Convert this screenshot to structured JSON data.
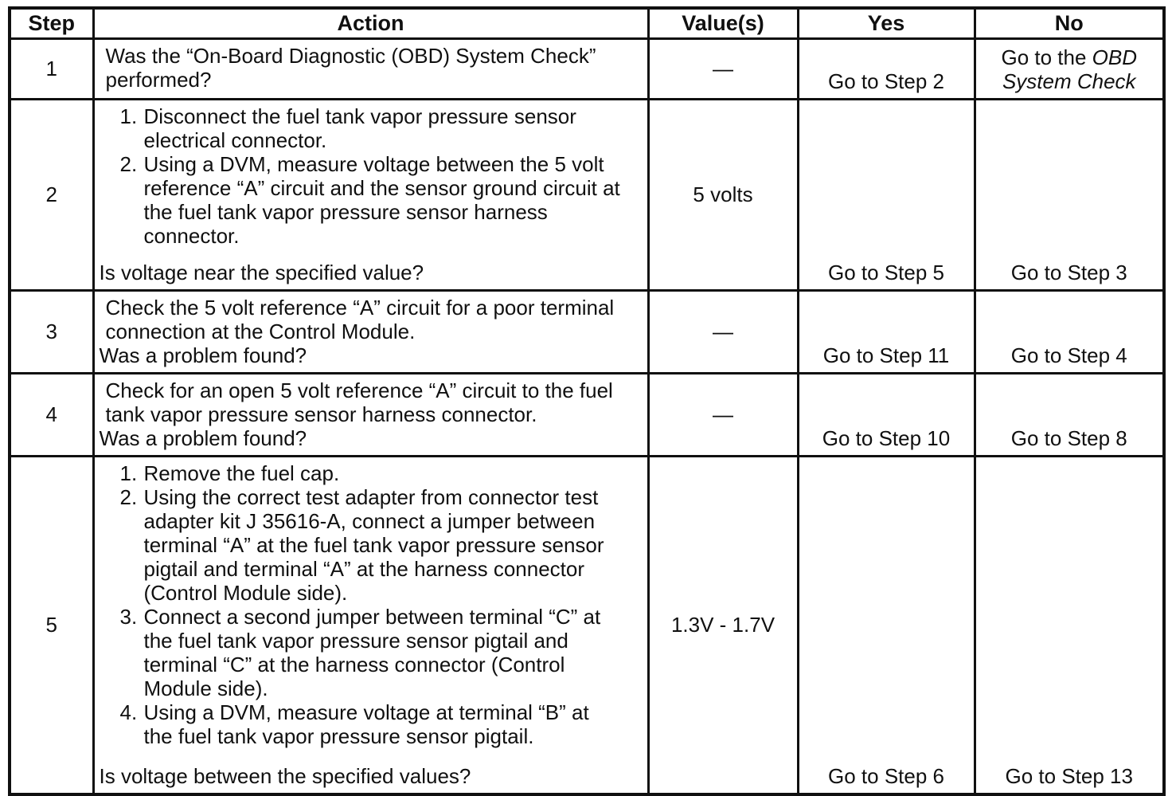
{
  "page": {
    "background": "#ffffff",
    "text_color": "#101010",
    "border_color": "#101010"
  },
  "table": {
    "headers": [
      "Step",
      "Action",
      "Value(s)",
      "Yes",
      "No"
    ],
    "rows": [
      {
        "step": "1",
        "action": {
          "intro": [
            "Was the “On-Board Diagnostic (OBD) System Check” performed?"
          ],
          "list": [],
          "question": ""
        },
        "value": "—",
        "yes": "Go to Step 2",
        "no_parts": [
          {
            "text": "Go to the ",
            "italic": false
          },
          {
            "text": "OBD System Check",
            "italic": true
          }
        ]
      },
      {
        "step": "2",
        "action": {
          "intro": [],
          "list": [
            "Disconnect the fuel tank vapor pressure sensor electrical connector.",
            "Using a DVM, measure voltage between the 5 volt reference “A” circuit and the sensor ground circuit at the fuel tank vapor pressure sensor harness connector."
          ],
          "question": "Is voltage near the specified value?"
        },
        "value": "5 volts",
        "yes": "Go to Step 5",
        "no_parts": [
          {
            "text": "Go to Step 3",
            "italic": false
          }
        ]
      },
      {
        "step": "3",
        "action": {
          "intro": [
            "Check the 5 volt reference “A” circuit for a poor terminal connection at the Control Module."
          ],
          "list": [],
          "question": "Was a problem found?"
        },
        "value": "—",
        "yes": "Go to Step 11",
        "no_parts": [
          {
            "text": "Go to Step 4",
            "italic": false
          }
        ]
      },
      {
        "step": "4",
        "action": {
          "intro": [
            "Check for an open 5 volt reference “A” circuit to the fuel tank vapor pressure sensor harness connector."
          ],
          "list": [],
          "question": "Was a problem found?"
        },
        "value": "—",
        "yes": "Go to Step 10",
        "no_parts": [
          {
            "text": "Go to Step 8",
            "italic": false
          }
        ]
      },
      {
        "step": "5",
        "action": {
          "intro": [],
          "list": [
            "Remove the fuel cap.",
            "Using the correct test adapter from connector test adapter kit J 35616-A, connect a jumper between terminal “A” at the fuel tank vapor pressure sensor pigtail and terminal “A” at the harness connector (Control Module side).",
            "Connect a second jumper between terminal “C” at the fuel tank vapor pressure sensor pigtail and terminal “C” at the harness connector (Control Module side).",
            "Using a DVM, measure voltage at terminal “B” at the fuel tank vapor pressure sensor pigtail."
          ],
          "question": "Is voltage between the specified values?"
        },
        "value": "1.3V - 1.7V",
        "yes": "Go to Step 6",
        "no_parts": [
          {
            "text": "Go to Step 13",
            "italic": false
          }
        ]
      }
    ]
  }
}
